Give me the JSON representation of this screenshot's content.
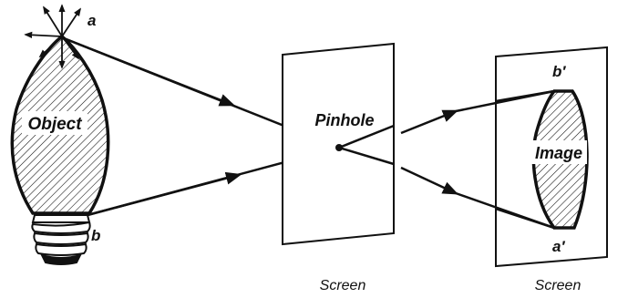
{
  "labels": {
    "object": "Object",
    "pinhole": "Pinhole",
    "image": "Image",
    "point_a": "a",
    "point_b": "b",
    "point_a_prime": "a′",
    "point_b_prime": "b′",
    "screen_pinhole": "Screen",
    "screen_image": "Screen"
  },
  "colors": {
    "ink": "#111111",
    "background": "#ffffff"
  }
}
